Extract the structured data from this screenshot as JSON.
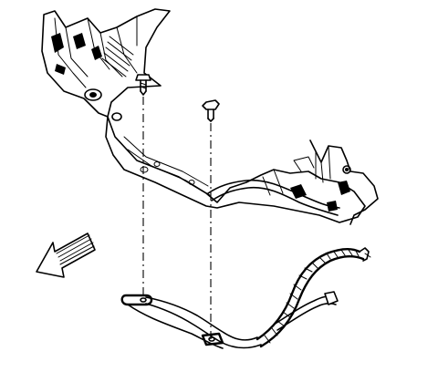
{
  "diagram": {
    "colors": {
      "line": "#000000",
      "background": "#ffffff"
    },
    "icons": {
      "direction_arrow": "front-direction-arrow-icon",
      "fastener": "bolt-icon"
    },
    "parts": [
      {
        "id": "vehicle-frame",
        "kind": "frame-crossmember"
      },
      {
        "id": "bolt-left",
        "kind": "fastener"
      },
      {
        "id": "bolt-right",
        "kind": "fastener"
      },
      {
        "id": "brake-pipe-assembly",
        "kind": "pipe-and-hose"
      }
    ],
    "callout_text": []
  }
}
